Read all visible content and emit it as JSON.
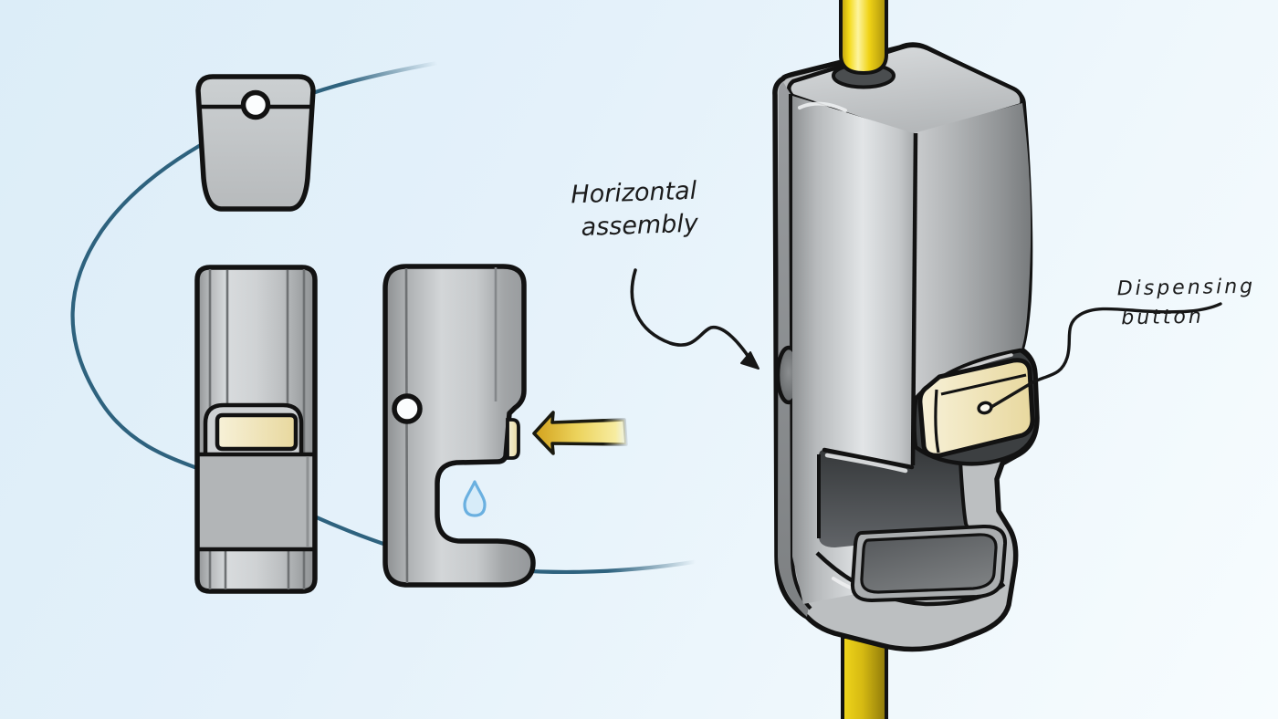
{
  "annotations": {
    "horizontal_assembly": {
      "line1": "Horizontal",
      "line2": "assembly"
    },
    "dispensing_button": {
      "line1": "Dispensing",
      "line2": "button"
    }
  },
  "icons": [
    {
      "name": "droplet-icon"
    },
    {
      "name": "assembly-direction-arrow-icon"
    },
    {
      "name": "annotation-arrow-icon"
    },
    {
      "name": "leader-line"
    }
  ],
  "colors": {
    "background_top": "#dcedf8",
    "background_bottom": "#f7fcfe",
    "outline": "#121212",
    "metal_light": "#d6d9db",
    "metal_mid": "#bfc2c4",
    "metal_dark": "#8f9294",
    "cavity_dark": "#3a3d3f",
    "button_cream": "#f0e7c0",
    "pole_yellow": "#f2d713",
    "arrow_gold": "#e8c93f",
    "swoosh_teal": "#2e627e",
    "droplet_blue": "#6ab0e0"
  }
}
